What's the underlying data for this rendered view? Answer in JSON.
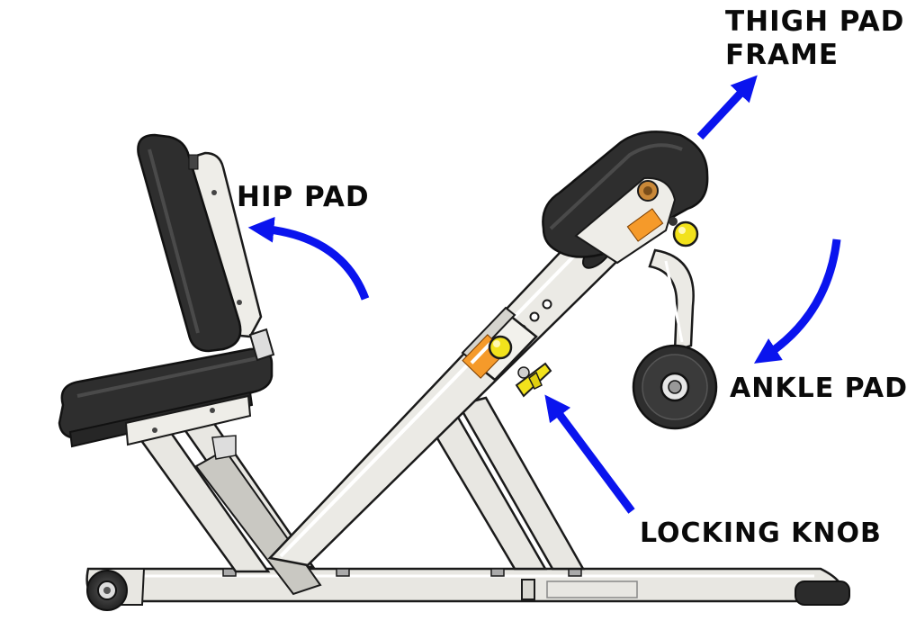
{
  "labels": {
    "thigh_pad_frame": [
      "THIGH PAD",
      "FRAME"
    ],
    "hip_pad": "HIP PAD",
    "ankle_pad": "ANKLE PAD",
    "locking_knob": "LOCKING KNOB"
  },
  "colors": {
    "arrow": "#0a14ee",
    "frame": "#e8e7e2",
    "outline": "#1a1a1a",
    "pad": "#2e2e2e",
    "knob": "#f2e21c",
    "text": "#0a0a0a"
  }
}
